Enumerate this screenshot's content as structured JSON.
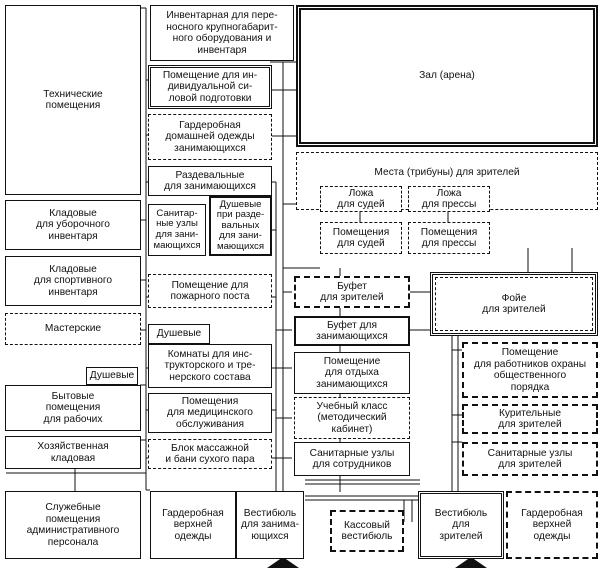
{
  "boxes": {
    "tech_rooms": "Технические\nпомещения",
    "inventory_large": "Инвентарная для пере-\nносного крупногабарит-\nного оборудования и\nинвентаря",
    "hall": "Зал (арена)",
    "individual_training": "Помещение для ин-\nдивидуальной си-\nловой подготовки",
    "home_clothes_wardrobe": "Гардеробная\nдомашней одежды\nзанимающихся",
    "spectator_seats": "Места (трибуны) для зрителей",
    "judges_box": "Ложа\nдля судей",
    "press_box": "Ложа\nдля прессы",
    "changing_rooms": "Раздевальные\nдля занимающихся",
    "sanitary_units": "Санитар-\nные узлы\nдля зани-\nмающихся",
    "showers_changing": "Душевые\nпри разде-\nвальных\nдля зани-\nмающихся",
    "judges_rooms": "Помещения\nдля судей",
    "press_rooms": "Помещения\nдля прессы",
    "cleaning_storage": "Кладовые\nдля уборочного\nинвентаря",
    "sports_storage": "Кладовые\nдля спортивного\nинвентаря",
    "fire_post": "Помещение для\nпожарного поста",
    "buffet_spectators": "Буфет\nдля зрителей",
    "foyer": "Фойе\nдля зрителей",
    "workshops": "Мастерские",
    "showers_small": "Душевые",
    "buffet_participants": "Буфет для\nзанимающихся",
    "instructors_rooms": "Комнаты для инс-\nтрукторского и тре-\nнерского состава",
    "rest_rooms": "Помещение\nдля отдыха\nзанимающихся",
    "security_rooms": "Помещение\nдля работников охраны\nобщественного\nпорядка",
    "showers_workers": "Душевые",
    "workers_rooms": "Бытовые\nпомещения\nдля рабочих",
    "medical_rooms": "Помещения\nдля медицинского\nобслуживания",
    "classroom": "Учебный класс\n(методический\nкабинет)",
    "smoking_rooms": "Курительные\nдля зрителей",
    "household_storage": "Хозяйственная\nкладовая",
    "massage_sauna": "Блок массажной\nи бани сухого пара",
    "staff_sanitary": "Санитарные узлы\nдля сотрудников",
    "spectators_sanitary": "Санитарные узлы\nдля зрителей",
    "admin_rooms": "Служебные\nпомещения\nадминистративного\nперсонала",
    "outer_wardrobe": "Гардеробная\nверхней\nодежды",
    "participants_lobby": "Вестибюль\nдля занима-\nющихся",
    "cashier_lobby": "Кассовый\nвестибюль",
    "spectators_lobby": "Вестибюль\nдля\nзрителей",
    "spectators_wardrobe": "Гардеробная\nверхней\nодежды"
  }
}
